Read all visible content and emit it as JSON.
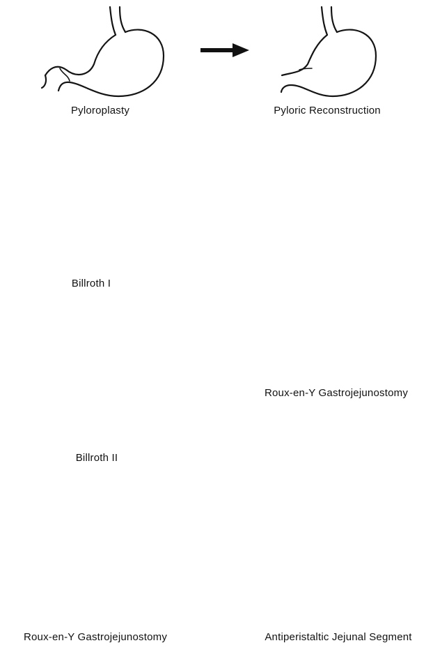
{
  "labels": {
    "pyloroplasty": "Pyloroplasty",
    "pyloric_reconstruction": "Pyloric Reconstruction",
    "billroth_1": "Billroth I",
    "billroth_2": "Billroth II",
    "roux_en_y_result": "Roux-en-Y Gastrojejunostomy",
    "roux_en_y_source": "Roux-en-Y Gastrojejunostomy",
    "antiperistaltic": "Antiperistaltic Jejunal Segment"
  },
  "colors": {
    "line": "#141414",
    "background": "#ffffff"
  }
}
